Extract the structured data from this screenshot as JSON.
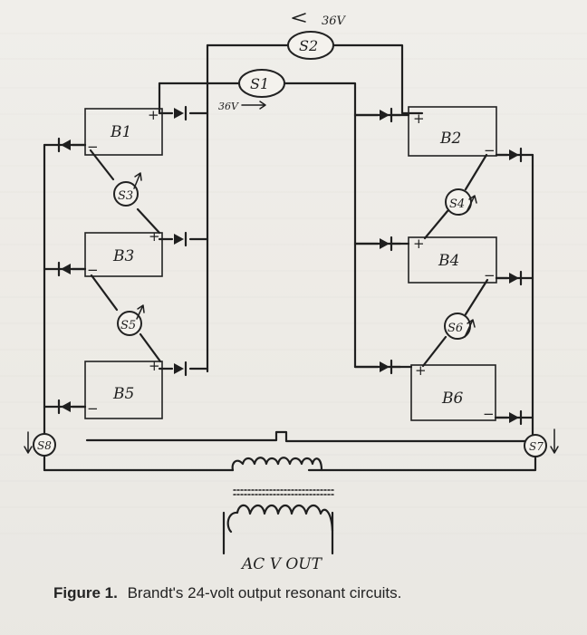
{
  "diagram": {
    "voltage_top": "36V",
    "voltage_middle": "36V",
    "switches": {
      "s1": "S1",
      "s2": "S2",
      "s3": "S3",
      "s4": "S4",
      "s5": "S5",
      "s6": "S6",
      "s7": "S7",
      "s8": "S8"
    },
    "batteries": {
      "b1": "B1",
      "b2": "B2",
      "b3": "B3",
      "b4": "B4",
      "b5": "B5",
      "b6": "B6"
    },
    "output": "AC V OUT",
    "plus": "+",
    "minus": "−"
  },
  "caption": {
    "label": "Figure 1.",
    "text": "Brandt's 24-volt output resonant circuits."
  },
  "colors": {
    "paper": "#efede8",
    "ink": "#1f1f1f"
  }
}
